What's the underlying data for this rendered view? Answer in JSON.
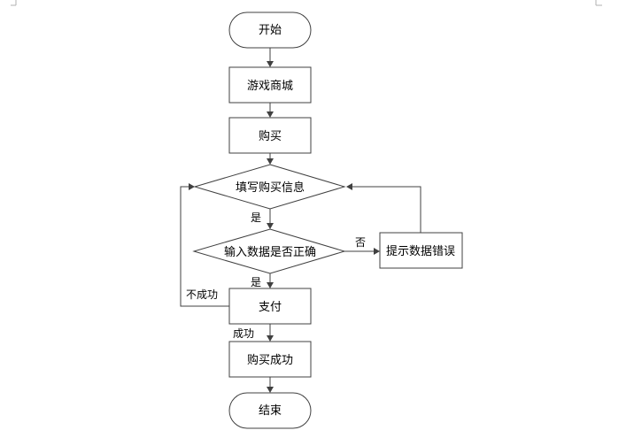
{
  "nodes": {
    "start": "开始",
    "game_mall": "游戏商城",
    "purchase": "购买",
    "fill_info": "填写购买信息",
    "check_input": "输入数据是否正确",
    "error_prompt": "提示数据错误",
    "payment": "支付",
    "purchase_success": "购买成功",
    "end": "结束"
  },
  "edges": {
    "yes_after_fill": "是",
    "yes_after_check": "是",
    "no_after_check": "否",
    "pay_failed": "不成功",
    "pay_success": "成功"
  }
}
